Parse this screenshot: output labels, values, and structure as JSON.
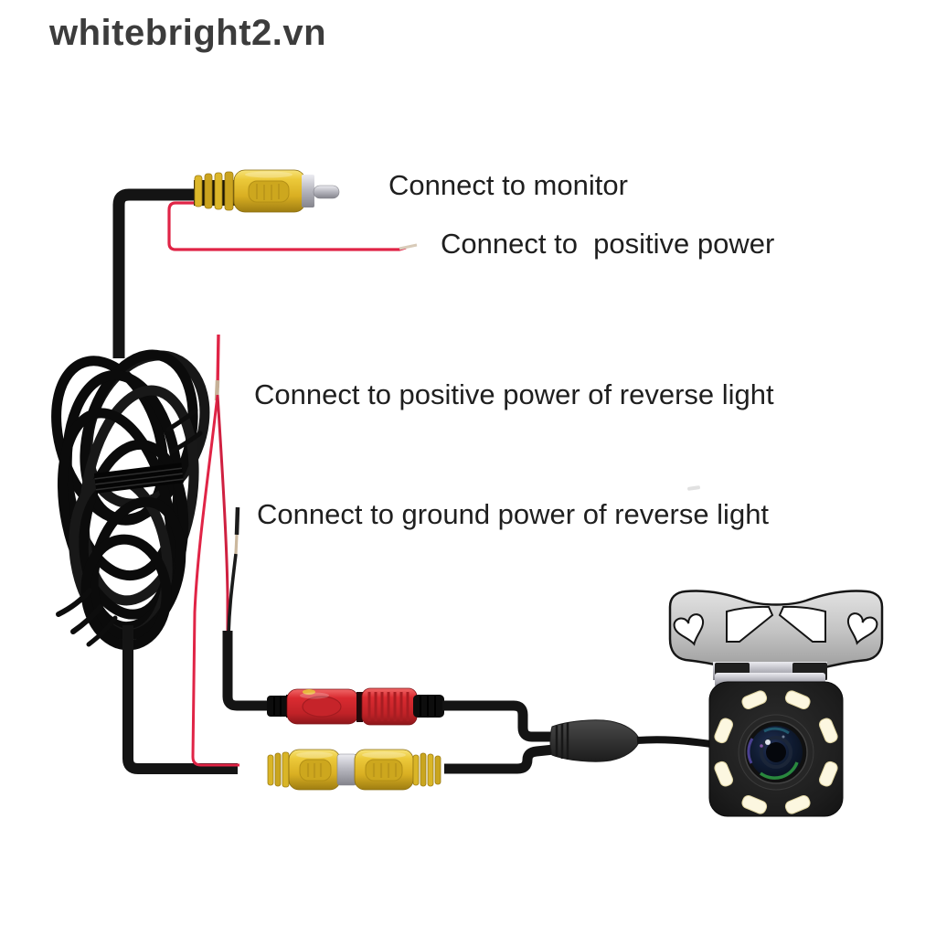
{
  "watermark": "whitebright2.vn",
  "labels": {
    "monitor": "Connect to monitor",
    "positive_power": "Connect to  positive power",
    "reverse_positive": "Connect to positive power of reverse light",
    "reverse_ground": "Connect to ground power of reverse light"
  },
  "camera": {
    "led_count": 8
  },
  "colors": {
    "background": "#ffffff",
    "text": "#1f1f1f",
    "watermark": "#3c3c3c",
    "wire_red": "#e02446",
    "cable_black": "#141414",
    "rca_yellow": "#e6c230",
    "power_red": "#d5262b",
    "metal_silver": "#c6c6cc",
    "bracket_gray": "#cfcfcf",
    "led_white": "#fcf7e0"
  }
}
